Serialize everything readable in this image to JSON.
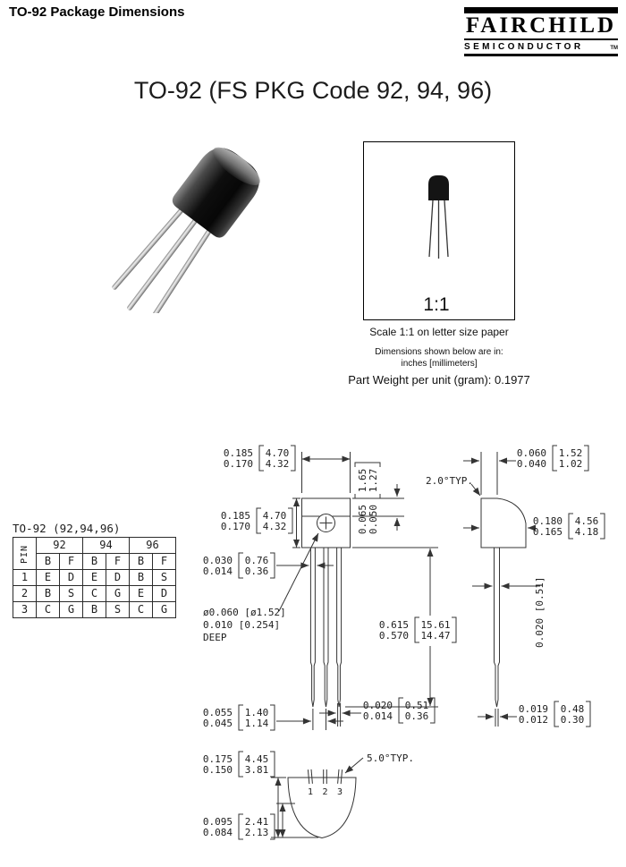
{
  "header": {
    "title": "TO-92 Package Dimensions"
  },
  "logo": {
    "brand": "FAIRCHILD",
    "division": "SEMICONDUCTOR",
    "tm": "TM"
  },
  "title": "TO-92 (FS PKG Code 92, 94, 96)",
  "scale_panel": {
    "ratio": "1:1",
    "caption": "Scale 1:1 on letter size paper",
    "units_note_1": "Dimensions shown below are in:",
    "units_note_2": "inches [millimeters]",
    "weight_note": "Part Weight per unit (gram):  0.1977"
  },
  "pin_table": {
    "title": "TO-92  (92,94,96)",
    "corner": "PIN",
    "groups": [
      "92",
      "94",
      "96"
    ],
    "sub": [
      "B",
      "F",
      "B",
      "F",
      "B",
      "F"
    ],
    "rows": [
      {
        "pin": "1",
        "vals": [
          "E",
          "D",
          "E",
          "D",
          "B",
          "S"
        ]
      },
      {
        "pin": "2",
        "vals": [
          "B",
          "S",
          "C",
          "G",
          "E",
          "D"
        ]
      },
      {
        "pin": "3",
        "vals": [
          "C",
          "G",
          "B",
          "S",
          "C",
          "G"
        ]
      }
    ]
  },
  "dims": {
    "top_width": {
      "in1": "0.185",
      "in2": "0.170",
      "mm1": "4.70",
      "mm2": "4.32"
    },
    "body_height": {
      "in1": "0.185",
      "in2": "0.170",
      "mm1": "4.70",
      "mm2": "4.32"
    },
    "top_right": {
      "in1": "0.065",
      "in2": "0.050",
      "mm1": "1.65",
      "mm2": "1.27"
    },
    "lead_exit": {
      "in1": "0.030",
      "in2": "0.014",
      "mm1": "0.76",
      "mm2": "0.36"
    },
    "dimple_l1": "ø0.060  [ø1.52]",
    "dimple_l2": "0.010  [0.254]",
    "dimple_l3": "DEEP",
    "lead_length": {
      "in1": "0.615",
      "in2": "0.570",
      "mm1": "15.61",
      "mm2": "14.47"
    },
    "tip_width": {
      "in1": "0.020",
      "in2": "0.014",
      "mm1": "0.51",
      "mm2": "0.36"
    },
    "lead_pitch": {
      "in1": "0.055",
      "in2": "0.045",
      "mm1": "1.40",
      "mm2": "1.14"
    },
    "bottom_depth": {
      "in1": "0.175",
      "in2": "0.150",
      "mm1": "4.45",
      "mm2": "3.81"
    },
    "flat_offset": {
      "in1": "0.095",
      "in2": "0.084",
      "mm1": "2.41",
      "mm2": "2.13"
    },
    "side_top": {
      "in1": "0.060",
      "in2": "0.040",
      "mm1": "1.52",
      "mm2": "1.02"
    },
    "side_depth": {
      "in1": "0.180",
      "in2": "0.165",
      "mm1": "4.56",
      "mm2": "4.18"
    },
    "side_lead": "0.020  [0.51]",
    "side_tip": {
      "in1": "0.019",
      "in2": "0.012",
      "mm1": "0.48",
      "mm2": "0.30"
    },
    "angle_top": "2.0°TYP.",
    "angle_bottom": "5.0°TYP.",
    "bottom_pins": [
      "1",
      "2",
      "3"
    ]
  }
}
